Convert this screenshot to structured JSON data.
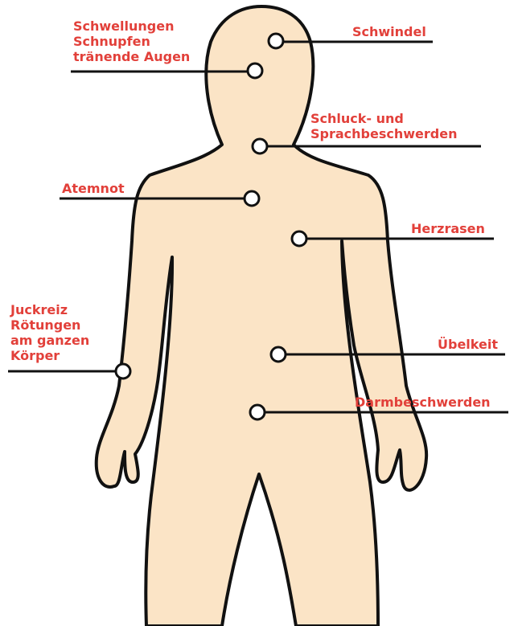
{
  "colors": {
    "skin": "#fbe4c6",
    "outline": "#111111",
    "label": "#e2403a",
    "marker_fill": "#ffffff"
  },
  "labels": {
    "schwindel": "Schwindel",
    "schwellungen": "Schwellungen\nSchnupfen\ntränende Augen",
    "schluck": "Schluck- und\nSprachbeschwerden",
    "atemnot": "Atemnot",
    "herzrasen": "Herzrasen",
    "juckreiz": "Juckreiz\nRötungen\nam ganzen\nKörper",
    "uebelkeit": "Übelkeit",
    "darm": "Darmbeschwerden"
  }
}
